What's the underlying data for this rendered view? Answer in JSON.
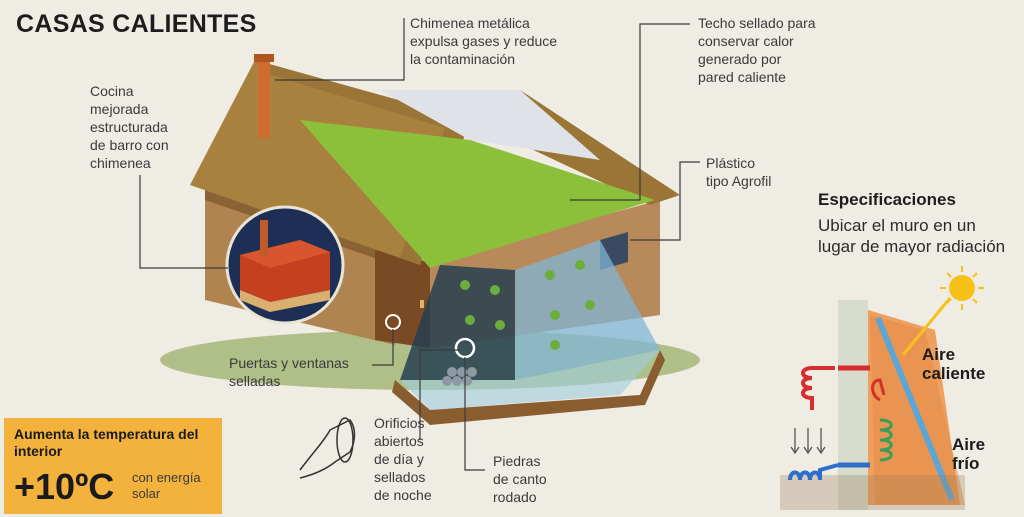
{
  "title": "CASAS CALIENTES",
  "callouts": {
    "chimenea": "Chimenea metálica\nexpulsa gases y reduce\nla contaminación",
    "techo": "Techo sellado para\nconservar calor\ngenerado por\npared caliente",
    "cocina": "Cocina\nmejorada\nestructurada\nde barro con\nchimenea",
    "plastico": "Plástico\ntipo Agrofil",
    "puertas": "Puertas y ventanas\nselladas",
    "orificios": "Orificios\nabiertos\nde día y\nsellados\nde noche",
    "piedras": "Piedras\nde canto\nrodado"
  },
  "specs": {
    "heading": "Especificaciones",
    "body": "Ubicar el muro en un lugar de mayor radiación",
    "aire_caliente": "Aire\ncaliente",
    "aire_frio": "Aire\nfrío"
  },
  "info": {
    "heading": "Aumenta la temperatura del interior",
    "temp": "+10ºC",
    "sub": "con energía solar"
  },
  "colors": {
    "accent": "#f3b23b",
    "thatch": "#a8813f",
    "grass_roof": "#8cbf3a",
    "wall": "#b08450",
    "plastic": "#7fb6d6",
    "sun": "#f6c21a"
  }
}
